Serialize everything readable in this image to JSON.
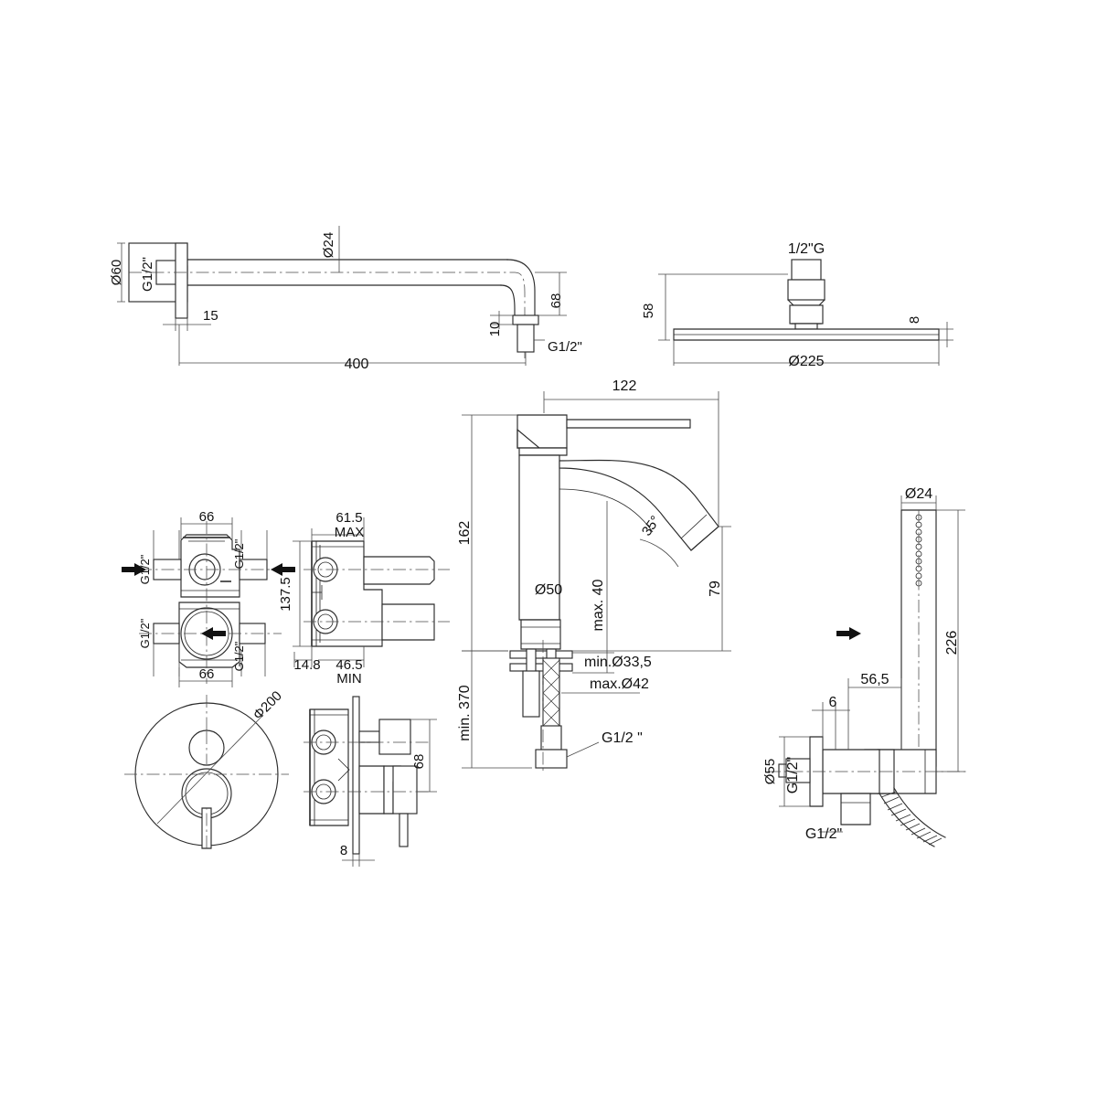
{
  "drawing": {
    "title": "Sanitary fittings dimensional drawing",
    "units": "mm",
    "line_color": "#2b2b2b",
    "background": "#ffffff"
  },
  "views": {
    "shower_arm": {
      "name": "Wall shower arm",
      "labels": {
        "flange_dia": "Ø60",
        "flange_thread": "G1/2\"",
        "tube_dia": "Ø24",
        "flange_depth": "15",
        "outlet_drop": "68",
        "outlet_collar": "10",
        "outlet_thread": "G1/2\"",
        "length": "400"
      }
    },
    "shower_head": {
      "name": "Round overhead shower",
      "labels": {
        "inlet_thread": "1/2\"G",
        "height": "58",
        "plate_thickness": "8",
        "diameter": "Ø225"
      }
    },
    "valve_front": {
      "name": "Concealed valve body - front view",
      "labels": {
        "width_top": "66",
        "width_bottom": "66",
        "port_left_top": "G1/2\"",
        "port_right_top": "G1/2\"",
        "port_left_bottom": "G1/2\"",
        "port_right_bottom": "G1/2\""
      }
    },
    "valve_side": {
      "name": "Concealed valve body - side view",
      "labels": {
        "depth_max": "61.5",
        "depth_max_note": "MAX",
        "height": "137.5",
        "front_offset": "14.8",
        "depth_min": "46.5",
        "depth_min_note": "MIN"
      }
    },
    "trim_plate_front": {
      "name": "Round trim plate - front view",
      "labels": {
        "diameter": "Φ200"
      }
    },
    "trim_plate_side": {
      "name": "Round trim plate - side view",
      "labels": {
        "projection": "68",
        "plate_thickness": "8"
      }
    },
    "basin_mixer": {
      "name": "Single lever basin mixer",
      "labels": {
        "spout_reach": "122",
        "total_height": "162",
        "spout_height": "79",
        "aerator_angle": "35°",
        "base_dia": "Ø50",
        "max_thickness": "max. 40",
        "hole_min": "min.Ø33,5",
        "hole_max": "max.Ø42",
        "hose_length": "min. 370",
        "hose_thread": "G1/2 \""
      }
    },
    "hand_shower": {
      "name": "Hand shower with wall outlet",
      "labels": {
        "handle_dia": "Ø24",
        "handle_length": "226",
        "bracket_reach": "56,5",
        "plate_thickness": "6",
        "flange_dia": "Ø55",
        "inlet_thread": "G1/2\"",
        "outlet_thread": "G1/2\""
      }
    }
  }
}
